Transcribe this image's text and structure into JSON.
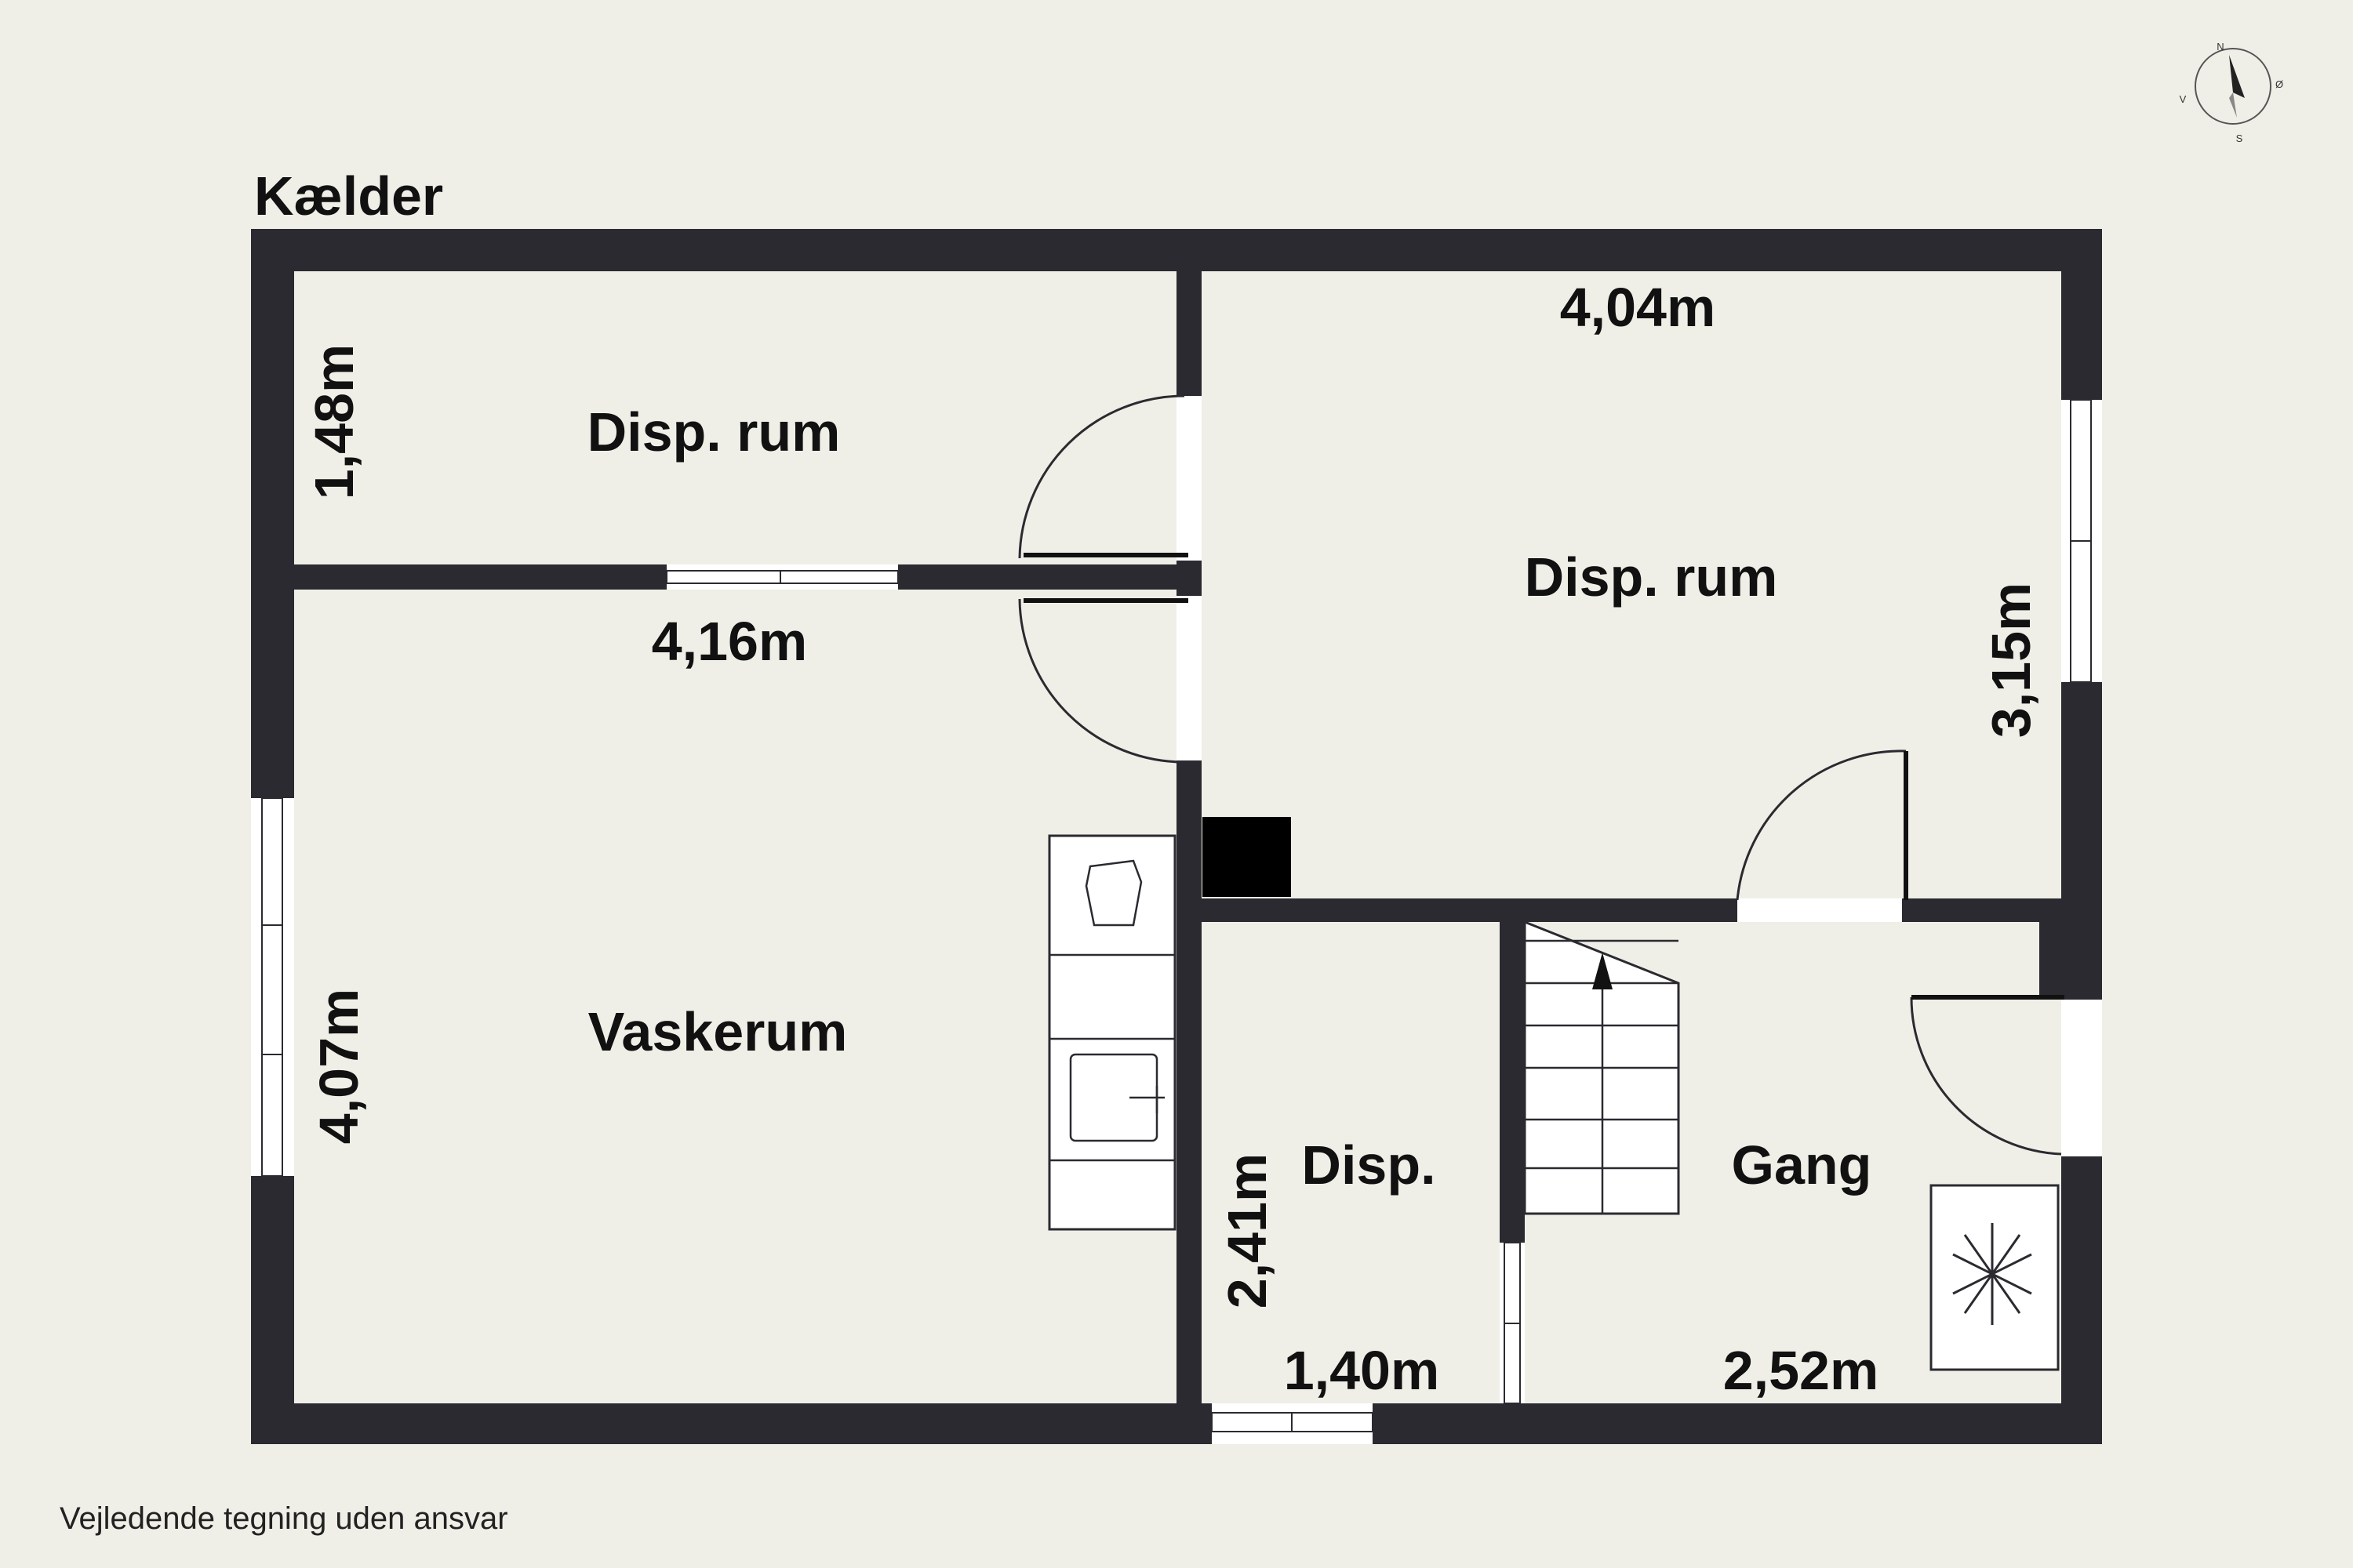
{
  "floor_title": "Kælder",
  "rooms": {
    "disp_rum_small": "Disp. rum",
    "disp_rum_large": "Disp. rum",
    "vaskerum": "Vaskerum",
    "disp": "Disp.",
    "gang": "Gang"
  },
  "dimensions": {
    "disp_rum_small_depth": "1,48m",
    "vaskerum_width": "4,16m",
    "disp_rum_large_width": "4,04m",
    "disp_rum_large_depth": "3,15m",
    "vaskerum_depth": "4,07m",
    "disp_depth": "2,41m",
    "disp_width": "1,40m",
    "gang_width": "2,52m"
  },
  "compass": {
    "north": "N",
    "south": "S",
    "east": "Ø",
    "west": "V"
  },
  "footer_note": "Vejledende tegning uden ansvar"
}
